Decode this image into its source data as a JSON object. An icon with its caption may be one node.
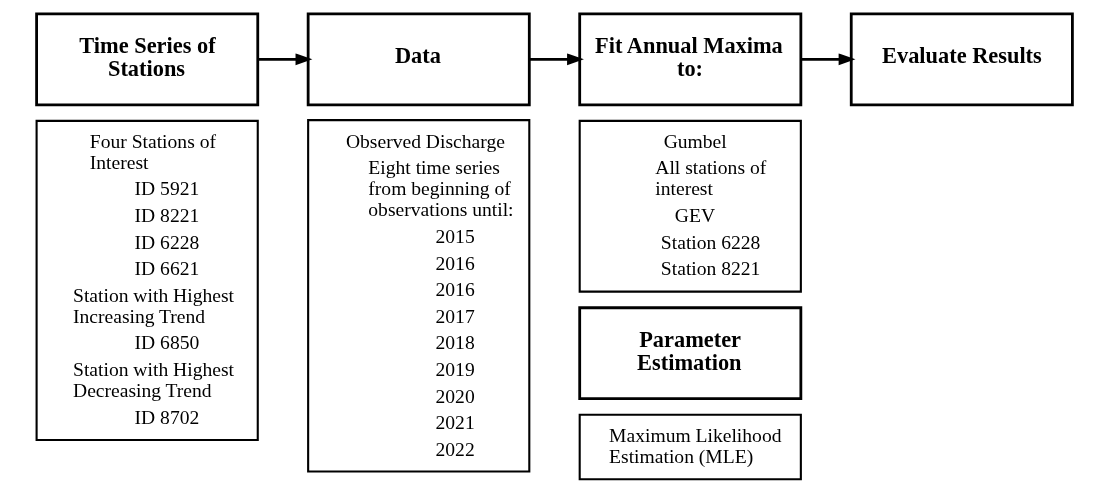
{
  "diagram": {
    "nodes": [
      {
        "text": [
          "Time Series of Stations"
        ]
      },
      {
        "text": [
          "Four Stations of Interest",
          "ID 5921",
          "ID 8221",
          "ID 6228",
          "ID 6621",
          "Station with Highest Increasing Trend",
          "ID 6850",
          "Station with Highest Decreasing Trend",
          "ID 8702"
        ]
      },
      {
        "text": [
          "Data"
        ]
      },
      {
        "text": [
          "Observed Discharge",
          "Eight time series from beginning of observations until:",
          "2015",
          "2016",
          "2016",
          "2017",
          "2018",
          "2019",
          "2020",
          "2021",
          "2022"
        ]
      },
      {
        "text": [
          "Fit Annual Maxima to:"
        ]
      },
      {
        "text": [
          "Gumbel",
          "All stations of interest",
          "GEV",
          "Station 6228",
          "Station 8221"
        ]
      },
      {
        "text": [
          "Parameter Estimation"
        ]
      },
      {
        "text": [
          "Maximum Likelihood Estimation (MLE)"
        ]
      },
      {
        "text": [
          "Evaluate Results"
        ]
      }
    ],
    "edges": [
      {
        "from": 0,
        "to": 2,
        "arrow": "to"
      },
      {
        "from": 2,
        "to": 4,
        "arrow": "to"
      },
      {
        "from": 4,
        "to": 8,
        "arrow": "to"
      }
    ]
  }
}
